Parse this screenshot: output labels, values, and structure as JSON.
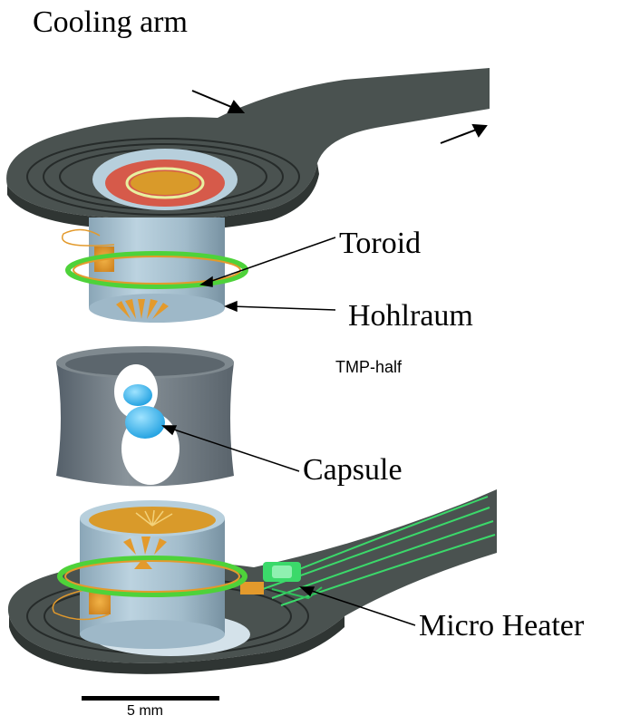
{
  "labels": {
    "cooling_arm": "Cooling arm",
    "toroid": "Toroid",
    "hohlraum": "Hohlraum",
    "tmp_half": "TMP-half",
    "capsule": "Capsule",
    "micro_heater": "Micro Heater"
  },
  "scale_bar": {
    "label": "5 mm"
  },
  "colors": {
    "arm": "#4a5250",
    "arm_dark": "#2f3533",
    "hohlraum": "#a9c3d2",
    "hohlraum_dark": "#7e9aab",
    "toroid_ring": "#4ed23a",
    "copper": "#e39a2c",
    "capsule": "#36b6ee",
    "tmp_shell": "#6b7378",
    "heater": "#3bd96a"
  }
}
